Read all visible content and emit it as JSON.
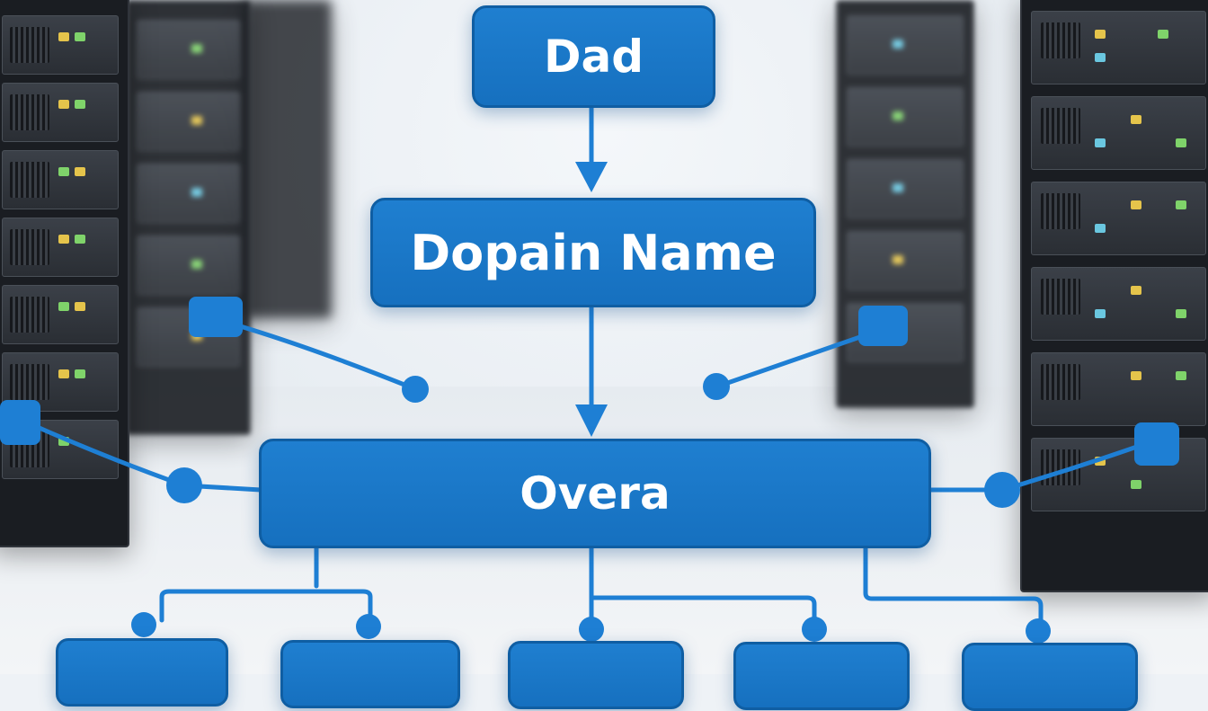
{
  "diagram": {
    "top_node": "Dad",
    "middle_node": "Dopain Name",
    "hub_node": "Overa",
    "leaf_nodes": [
      "",
      "",
      "",
      "",
      ""
    ]
  },
  "colors": {
    "node_fill": "#1f7fd0",
    "node_border": "#0f5ea3",
    "connector": "#1e7fd4",
    "rack": "#1a1d22"
  }
}
